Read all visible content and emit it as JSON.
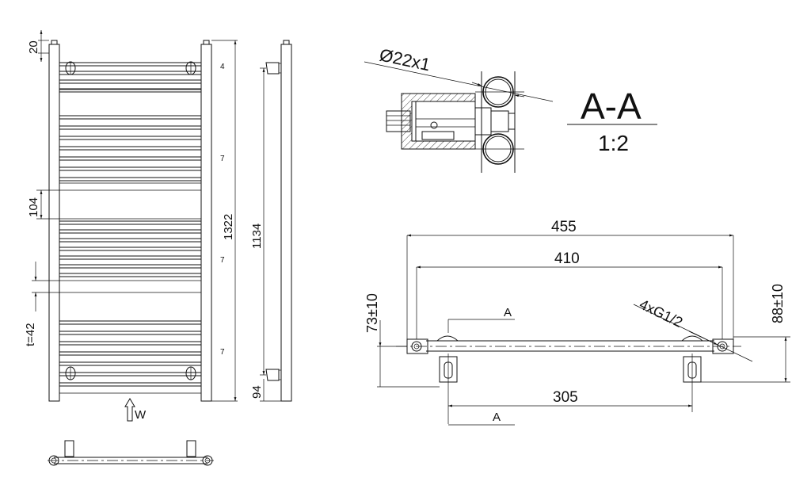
{
  "front_view": {
    "dim_top_offset": "20",
    "dim_bar_gap": "104",
    "dim_pitch": "t=42",
    "dim_total_height": "1322",
    "dim_center_height": "1134",
    "dim_bottom_offset": "94",
    "flow_label": "W",
    "bar_group_counts": [
      "4",
      "7",
      "7",
      "7"
    ]
  },
  "section_view": {
    "pipe_label": "Ø22x1",
    "section_title": "A-A",
    "scale": "1:2"
  },
  "top_view": {
    "dim_overall_width": "455",
    "dim_center_width": "410",
    "dim_connection_spacing": "305",
    "dim_left_depth": "73±10",
    "dim_right_depth": "88±10",
    "connection_label": "4xG1/2",
    "cut_marker_upper": "A",
    "cut_marker_lower": "A"
  }
}
